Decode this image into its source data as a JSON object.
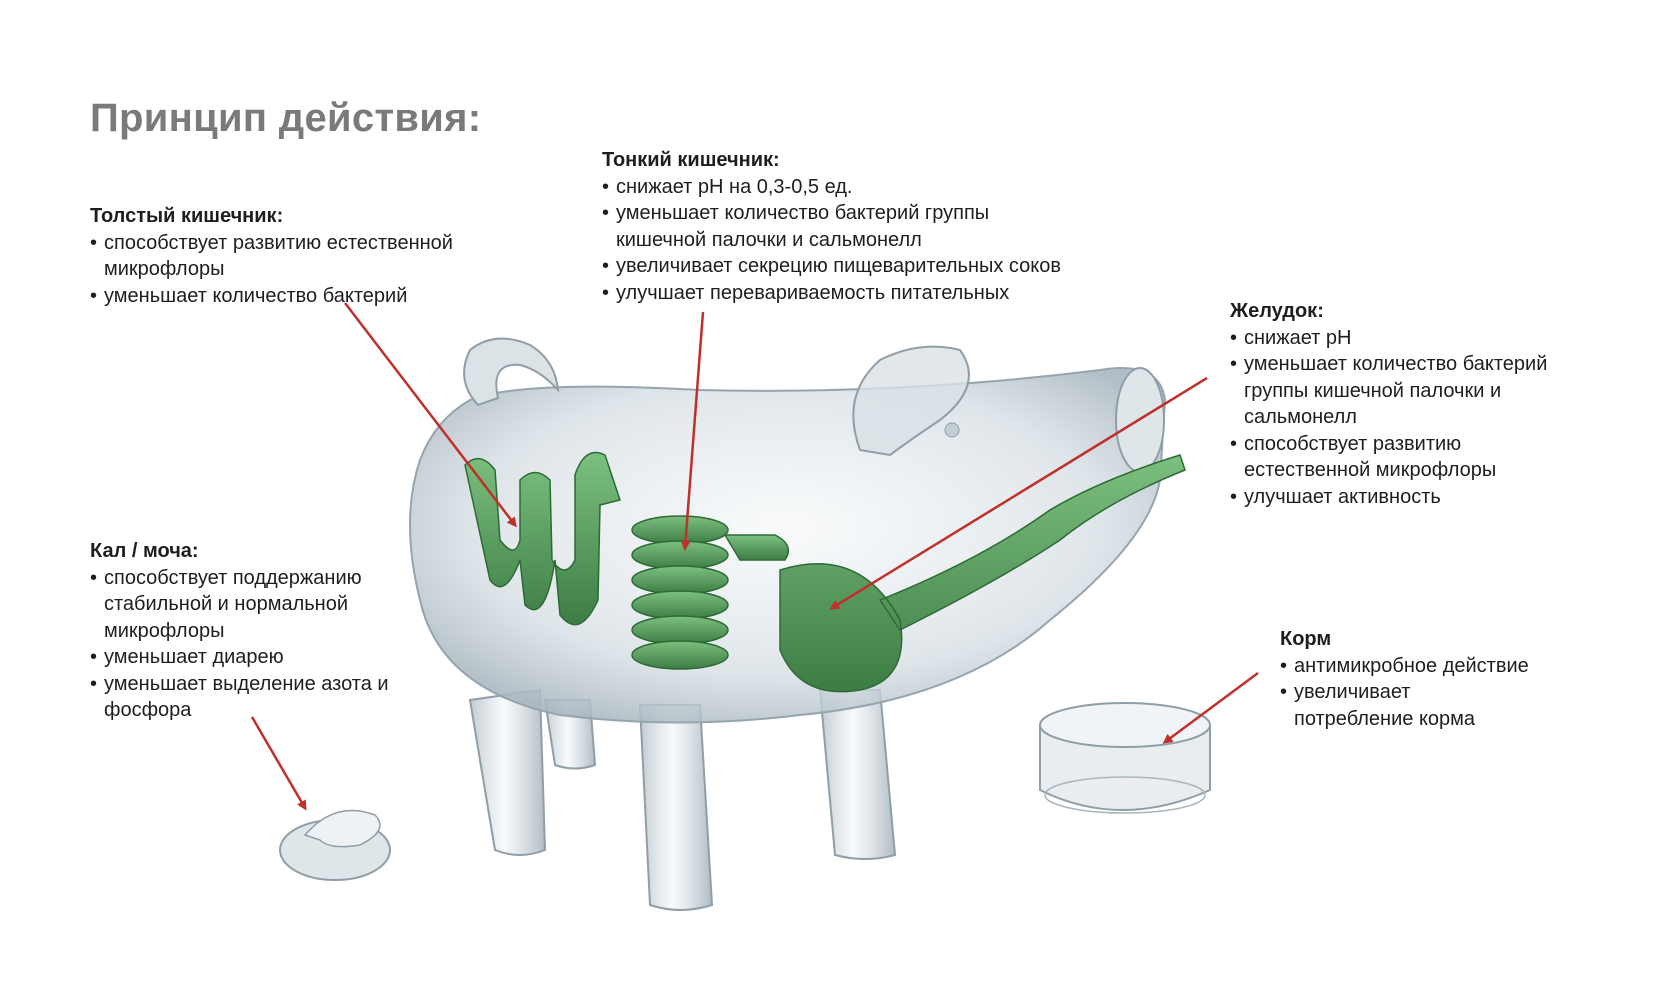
{
  "title": "Принцип действия:",
  "sections": {
    "large_intestine": {
      "heading": "Толстый кишечник:",
      "items": [
        "способствует развитию естественной\nмикрофлоры",
        "уменьшает количество бактерий"
      ]
    },
    "small_intestine": {
      "heading": "Тонкий кишечник:",
      "items": [
        "снижает pH на 0,3-0,5 ед.",
        "уменьшает количество бактерий группы\nкишечной палочки и сальмонелл",
        "увеличивает секрецию пищеварительных соков",
        "улучшает перевариваемость питательных"
      ]
    },
    "stomach": {
      "heading": "Желудок:",
      "items": [
        "снижает pH",
        "уменьшает количество бактерий\nгруппы кишечной палочки и\nсальмонелл",
        "способствует развитию\nестественной микрофлоры",
        "улучшает активность"
      ]
    },
    "feces": {
      "heading": "Кал / моча:",
      "items": [
        "способствует поддержанию\nстабильной и нормальной\nмикрофлоры",
        "уменьшает диарею",
        "уменьшает выделение азота и\nфосфора"
      ]
    },
    "feed": {
      "heading": "Корм",
      "items": [
        "антимикробное действие",
        "увеличивает\nпотребление корма"
      ]
    }
  },
  "colors": {
    "title": "#7a7a7a",
    "arrow": "#c0302a",
    "organs": "#4f9a55",
    "glass": "#c9d4da"
  }
}
